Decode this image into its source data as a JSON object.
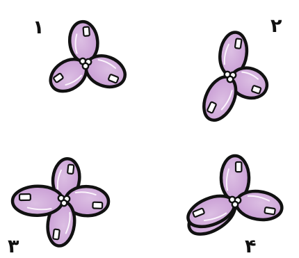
{
  "colors": {
    "lobe_fill": "#c79ad3",
    "lobe_fill_light": "#dcbfe3",
    "outline": "#111111",
    "background": "#ffffff"
  },
  "labels": {
    "n1": "۱",
    "n2": "۲",
    "n3": "۳",
    "n4": "۴"
  },
  "figures": [
    {
      "label": "۱",
      "lobe_count": 3
    },
    {
      "label": "۲",
      "lobe_count": 3
    },
    {
      "label": "۳",
      "lobe_count": 4
    },
    {
      "label": "۴",
      "lobe_count": 4
    }
  ]
}
